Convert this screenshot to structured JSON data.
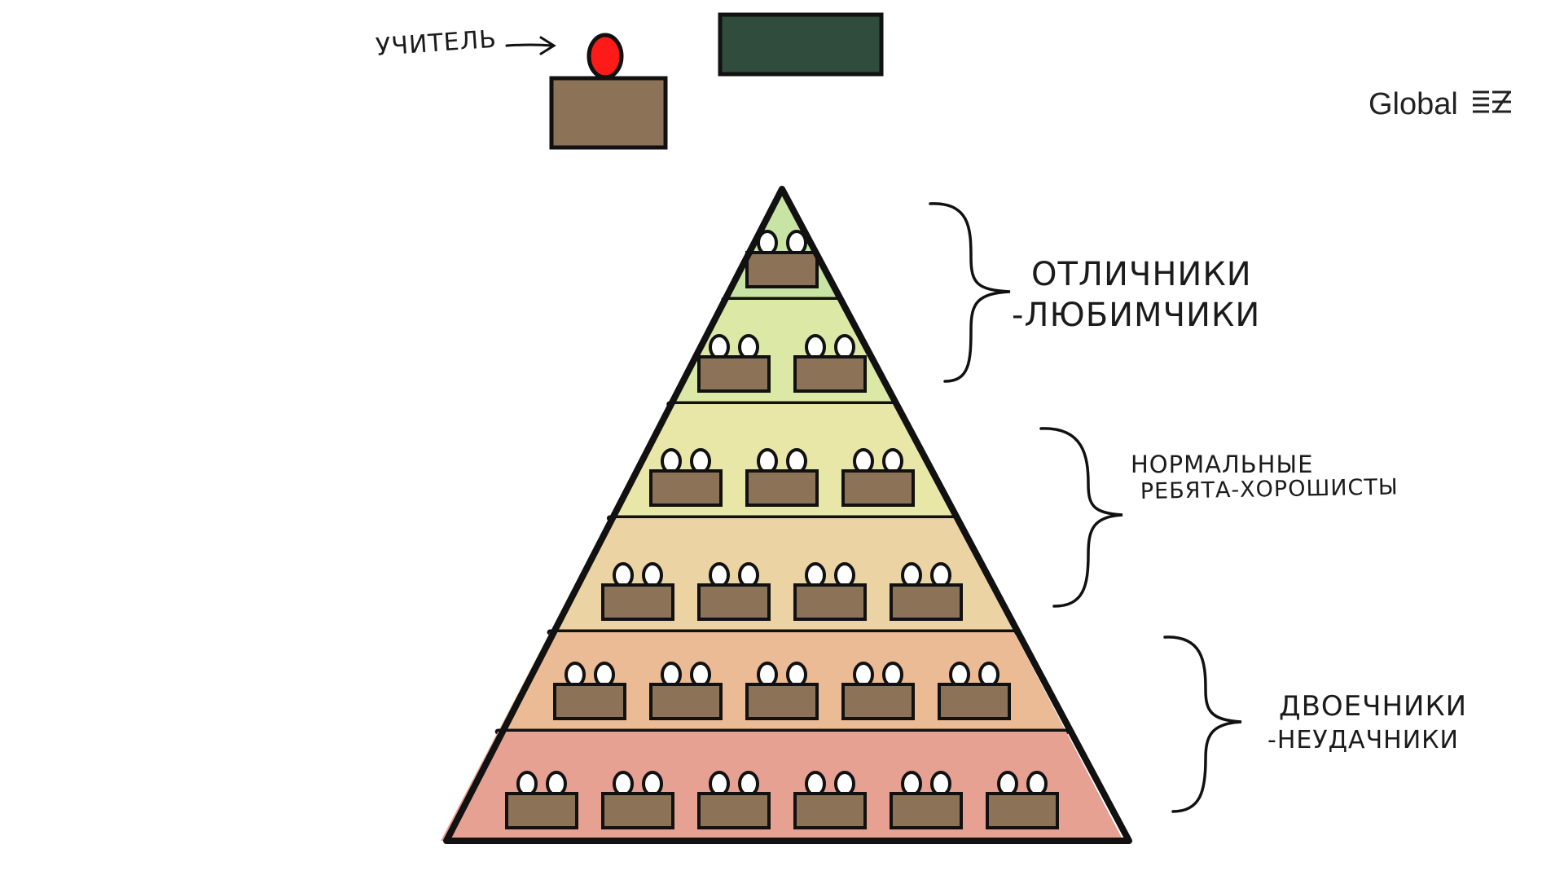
{
  "teacher": {
    "label": "УЧИТЕЛЬ"
  },
  "logo": {
    "text": "Global"
  },
  "colors": {
    "outline": "#111111",
    "desk": "#8c7357",
    "teacher_head": "#ff1a1a",
    "blackboard": "#2f4c3c"
  },
  "pyramid": {
    "levels": [
      {
        "desks": 1,
        "color": "#c8e4a4"
      },
      {
        "desks": 2,
        "color": "#dbe8a6"
      },
      {
        "desks": 3,
        "color": "#e9e7a7"
      },
      {
        "desks": 4,
        "color": "#ecd3a4"
      },
      {
        "desks": 5,
        "color": "#ebbb96"
      },
      {
        "desks": 6,
        "color": "#e6a193"
      }
    ]
  },
  "groups": [
    {
      "lines": [
        "ОТЛИЧНИКИ",
        "-ЛЮБИМЧИКИ"
      ]
    },
    {
      "lines": [
        "НОРМАЛЬНЫЕ",
        "РЕБЯТА-ХОРОШИСТЫ"
      ]
    },
    {
      "lines": [
        "ДВОЕЧНИКИ",
        "-НЕУДАЧНИКИ"
      ]
    }
  ]
}
